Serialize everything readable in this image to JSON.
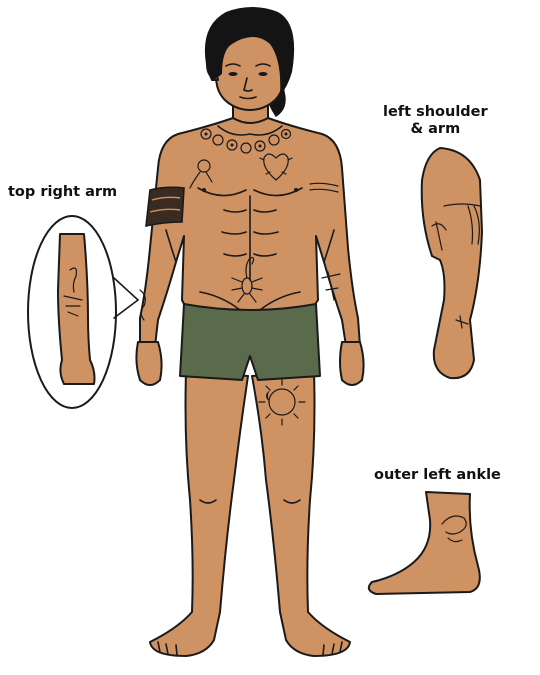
{
  "labels": {
    "top_right_arm": "top right arm",
    "left_shoulder_line1": "left shoulder",
    "left_shoulder_line2": "& arm",
    "outer_left_ankle": "outer left ankle"
  },
  "colors": {
    "skin": "#cf9263",
    "skin_shadow": "#b97c50",
    "outline": "#1a1a1a",
    "hair": "#141414",
    "shorts": "#5a6b4c",
    "background": "#ffffff"
  },
  "icons": {
    "neck_flowers": "flower-garland-icon",
    "chest": "thorn-heart-icon",
    "stomach": "scorpion-icon",
    "thigh": "sun-moon-icon",
    "right_bicep": "tribal-band-icon",
    "left_bicep": "feather-band-icon",
    "left_forearm": "totem-icon",
    "ankle": "safety-pin-icon"
  }
}
